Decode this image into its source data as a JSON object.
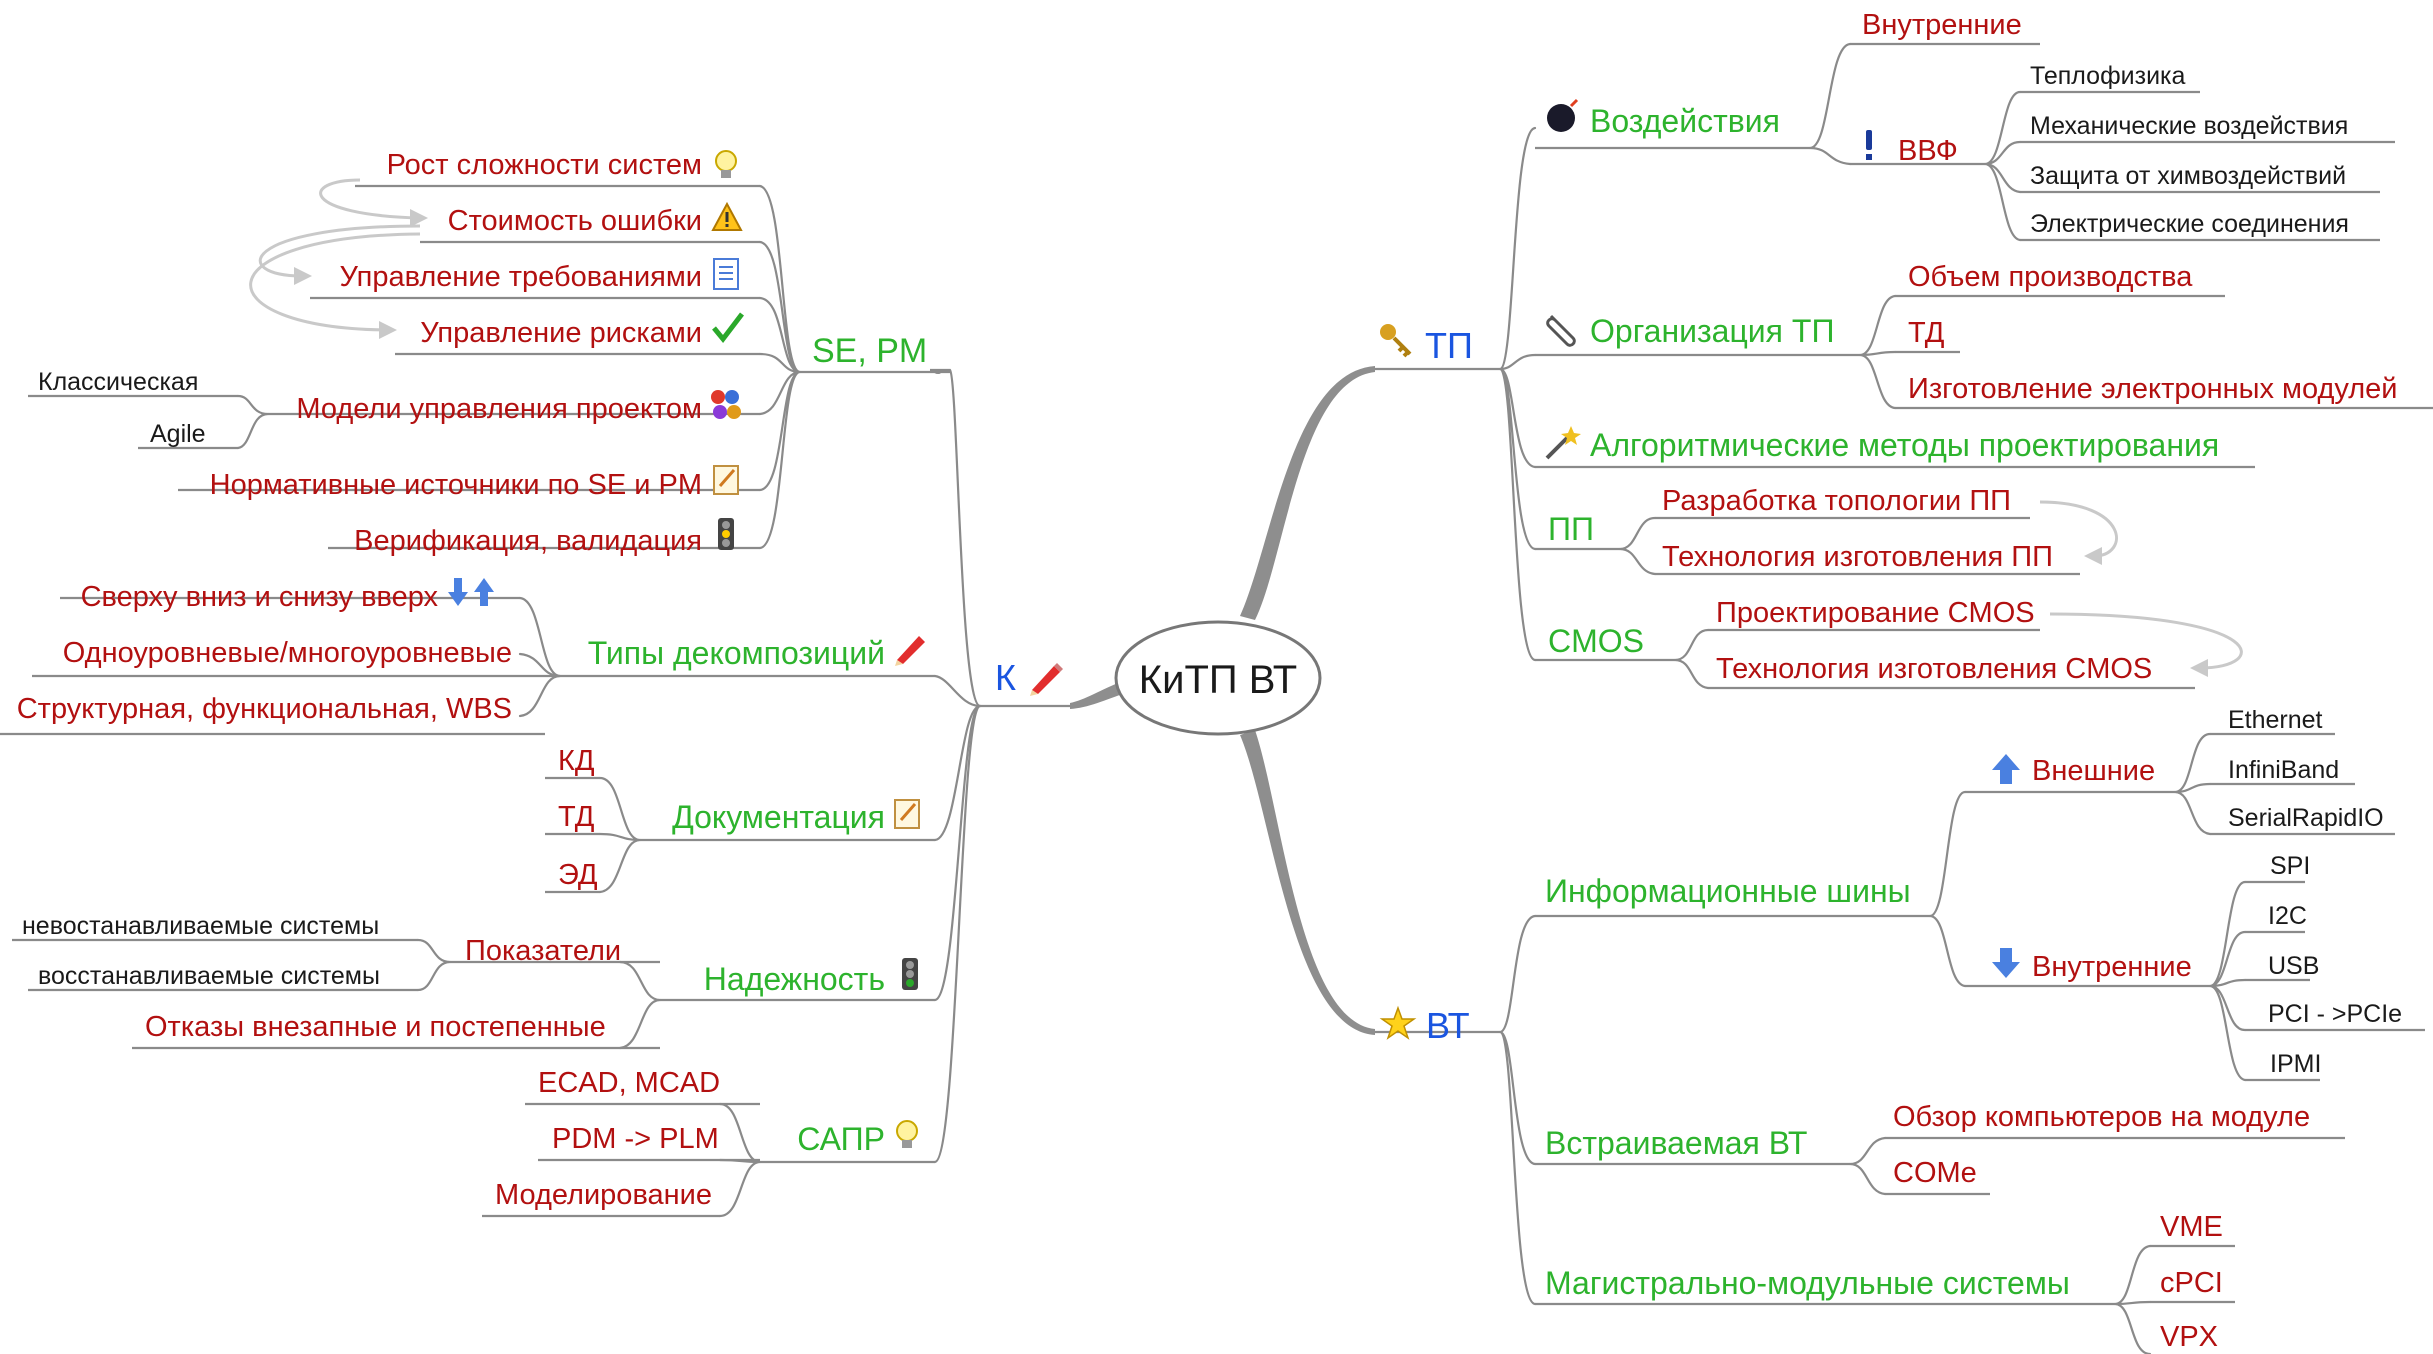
{
  "center": {
    "label": "КиТП ВТ"
  },
  "colors": {
    "level1": "#1a55e0",
    "branch": "#2db32d",
    "leaf": "#b21010",
    "detail": "#1a1a1a"
  },
  "left": {
    "root": {
      "label": "К",
      "icon": "pencil-icon"
    },
    "branches": [
      {
        "key": "se_pm",
        "label": "SE, PM",
        "children": [
          {
            "label": "Рост сложности систем",
            "icon": "lightbulb-icon"
          },
          {
            "label": "Стоимость ошибки",
            "icon": "warning-icon"
          },
          {
            "label": "Управление требованиями",
            "icon": "list-icon"
          },
          {
            "label": "Управление рисками",
            "icon": "checkmark-icon"
          },
          {
            "label": "Модели управления проектом",
            "icon": "people-icon",
            "children": [
              "Классическая",
              "Agile"
            ]
          },
          {
            "label": "Нормативные источники по SE и PM",
            "icon": "note-icon"
          },
          {
            "label": "Верификация, валидация",
            "icon": "traffic-light-icon"
          }
        ]
      },
      {
        "key": "decomp",
        "label": "Типы декомпозиций",
        "icon": "pencil-icon",
        "children": [
          {
            "label": "Сверху вниз и снизу вверх",
            "icon": "arrows-down-up-icon"
          },
          {
            "label": "Одноуровневые/многоуровневые"
          },
          {
            "label": "Структурная, функциональная, WBS"
          }
        ]
      },
      {
        "key": "docs",
        "label": "Документация",
        "icon": "note-icon",
        "children": [
          {
            "label": "КД"
          },
          {
            "label": "ТД"
          },
          {
            "label": "ЭД"
          }
        ]
      },
      {
        "key": "reliability",
        "label": "Надежность",
        "icon": "traffic-light-icon",
        "children": [
          {
            "label": "Показатели",
            "children": [
              "невостанавливаемые системы",
              "восстанавливаемые системы"
            ]
          },
          {
            "label": "Отказы внезапные и постепенные"
          }
        ]
      },
      {
        "key": "cad",
        "label": "САПР",
        "icon": "lightbulb-icon",
        "children": [
          {
            "label": "ECAD, MCAD"
          },
          {
            "label": "PDM -> PLM"
          },
          {
            "label": "Моделирование"
          }
        ]
      }
    ]
  },
  "right_top": {
    "root": {
      "label": "ТП",
      "icon": "key-icon"
    },
    "branches": [
      {
        "key": "impact",
        "label": "Воздействия",
        "icon": "bomb-icon",
        "children": [
          {
            "label": "Внутренние"
          },
          {
            "label": "ВВФ",
            "icon": "exclamation-icon",
            "children": [
              "Теплофизика",
              "Механические воздействия",
              "Защита от химвоздействий",
              "Электрические соединения"
            ]
          }
        ]
      },
      {
        "key": "org",
        "label": "Организация ТП",
        "icon": "paperclip-icon",
        "children": [
          {
            "label": "Объем производства"
          },
          {
            "label": "ТД"
          },
          {
            "label": "Изготовление электронных модулей"
          }
        ]
      },
      {
        "key": "algo",
        "label": "Алгоритмические методы проектирования",
        "icon": "magic-wand-icon",
        "children": []
      },
      {
        "key": "pcb",
        "label": "ПП",
        "children": [
          {
            "label": "Разработка топологии ПП"
          },
          {
            "label": "Технология изготовления ПП"
          }
        ]
      },
      {
        "key": "cmos",
        "label": "CMOS",
        "children": [
          {
            "label": "Проектирование CMOS"
          },
          {
            "label": "Технология изготовления CMOS"
          }
        ]
      }
    ]
  },
  "right_bottom": {
    "root": {
      "label": "ВТ",
      "icon": "star-icon"
    },
    "branches": [
      {
        "key": "buses",
        "label": "Информационные шины",
        "children": [
          {
            "label": "Внешние",
            "icon": "arrow-up-icon",
            "children": [
              "Ethernet",
              "InfiniBand",
              "SerialRapidIO"
            ]
          },
          {
            "label": "Внутренние",
            "icon": "arrow-down-icon",
            "children": [
              "SPI",
              "I2C",
              "USB",
              "PCI - >PCIe",
              "IPMI"
            ]
          }
        ]
      },
      {
        "key": "embedded",
        "label": "Встраиваемая ВТ",
        "children": [
          {
            "label": "Обзор компьютеров на модуле"
          },
          {
            "label": "COMe"
          }
        ]
      },
      {
        "key": "modular",
        "label": "Магистрально-модульные системы",
        "children": [
          {
            "label": "VME"
          },
          {
            "label": "cPCI"
          },
          {
            "label": "VPX"
          }
        ]
      }
    ]
  }
}
